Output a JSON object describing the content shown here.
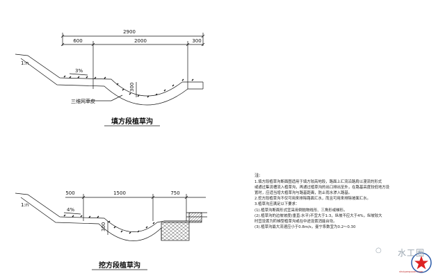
{
  "upper": {
    "total": "2900",
    "left": "600",
    "mid": "2000",
    "right": "300",
    "slope": "1:n",
    "grade": "3%",
    "depth": "300",
    "label_grass": "三维网草皮",
    "title": "填方段植草沟"
  },
  "lower": {
    "left": "500",
    "mid": "1500",
    "right": "750",
    "slope": "1:n",
    "grade": "4%",
    "depth": "300",
    "title": "挖方段植草沟"
  },
  "notes": {
    "heading": "注:",
    "lines": [
      "1.填方段植草沟断面图适用于填方较高地段，路面上汇流沿路肩以漫流的形式",
      "或通过集流槽流入植草沟，再通过植草沟的出口排出至外，在路基高度较低地方设",
      "置时，应适当增大植草沟与路基距离，防止雨水渗入路基。",
      "2.挖方段植草沟不仅可用来排除路面汇水，而且可用来排除坡面汇水。",
      "3.植草沟应满足以下要求：",
      "(1).植草沟断面形式宜采用倒抛物线形、三角形或梯形。",
      "(2).植草沟的边坡坡度(垂直:水平)不宜大于1:3，纵坡不应大于4%，纵坡较大",
      "时宜设置为阶梯型植草沟或在中途设置消能台坎。",
      "(3).植草沟最大流速应小于0.8m/s，曼宁系数宜为0.2～0.30"
    ]
  },
  "watermark": {
    "brand": "水工圈",
    "url": "shuigongquan.com"
  }
}
